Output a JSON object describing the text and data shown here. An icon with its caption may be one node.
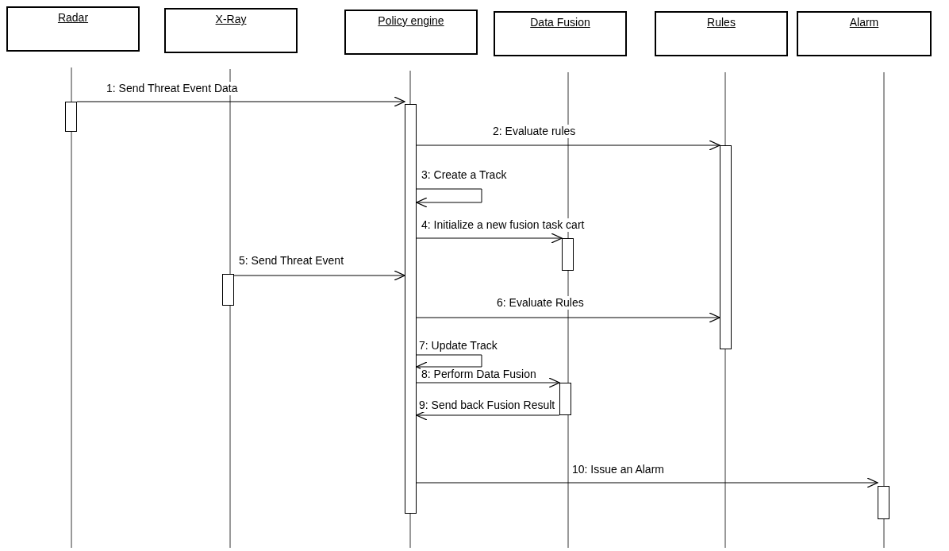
{
  "diagram": {
    "nodes": [
      {
        "text": [
          "Radar"
        ]
      },
      {
        "text": [
          "X-Ray"
        ]
      },
      {
        "text": [
          "Policy engine"
        ]
      },
      {
        "text": [
          "Data Fusion"
        ]
      },
      {
        "text": [
          "Rules"
        ]
      },
      {
        "text": [
          "Alarm"
        ]
      },
      {
        "text": [],
        "shape": "bar"
      },
      {
        "text": [],
        "shape": "bar"
      },
      {
        "text": [],
        "shape": "bar"
      },
      {
        "text": [],
        "shape": "bar"
      },
      {
        "text": [],
        "shape": "bar"
      },
      {
        "text": [],
        "shape": "bar"
      },
      {
        "text": [],
        "shape": "bar"
      }
    ],
    "edges": [
      {
        "from": 6,
        "to": 7,
        "arrow": "to",
        "label": "1: Send Threat Event Data"
      },
      {
        "from": 7,
        "to": 8,
        "arrow": "to",
        "label": "2: Evaluate rules"
      },
      {
        "from": 7,
        "to": 7,
        "arrow": "to",
        "label": "3: Create a Track"
      },
      {
        "from": 7,
        "to": 9,
        "arrow": "to",
        "label": "4: Initialize a new fusion task cart"
      },
      {
        "from": 10,
        "to": 7,
        "arrow": "to",
        "label": "5: Send Threat Event"
      },
      {
        "from": 7,
        "to": 8,
        "arrow": "to",
        "label": "6: Evaluate Rules"
      },
      {
        "from": 7,
        "to": 7,
        "arrow": "to",
        "label": "7: Update Track"
      },
      {
        "from": 7,
        "to": 11,
        "arrow": "to",
        "label": "8: Perform Data Fusion"
      },
      {
        "from": 11,
        "to": 7,
        "arrow": "to",
        "label": "9: Send back Fusion Result"
      },
      {
        "from": 7,
        "to": 12,
        "arrow": "to",
        "label": "10: Issue an Alarm"
      }
    ]
  }
}
